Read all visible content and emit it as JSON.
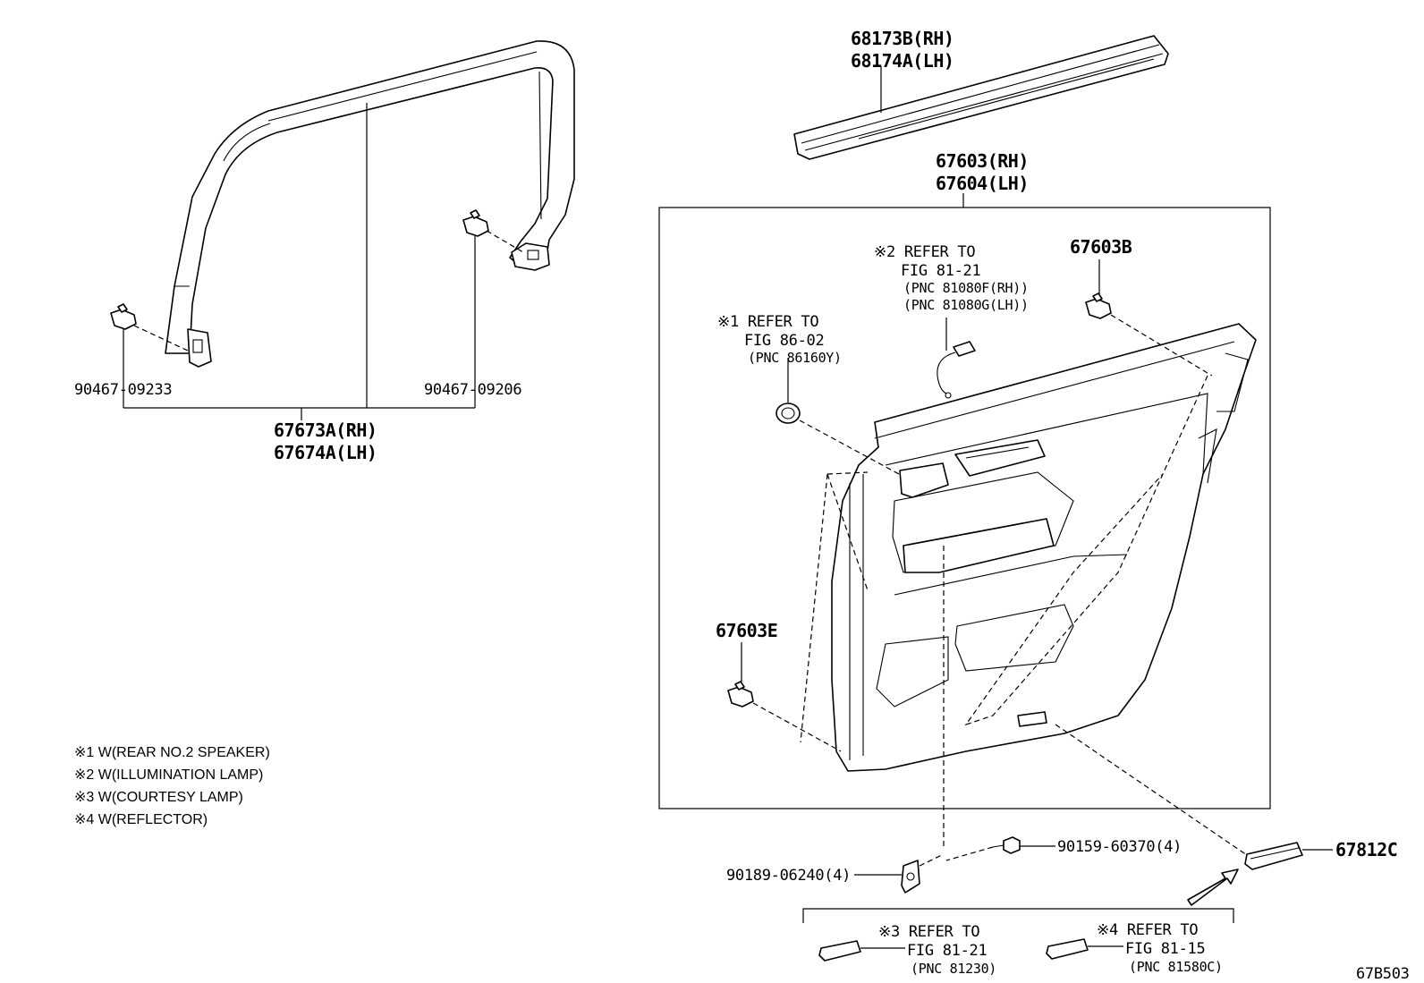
{
  "parts": {
    "belt_molding_rh": "68173B(RH)",
    "belt_molding_lh": "68174A(LH)",
    "door_trim_rh": "67603(RH)",
    "door_trim_lh": "67604(LH)",
    "frame_molding_rh": "67673A(RH)",
    "frame_molding_lh": "67674A(LH)",
    "clip_left": "90467-09233",
    "clip_right": "90467-09206",
    "clip_b": "67603B",
    "clip_e": "67603E",
    "reflector": "67812C",
    "screw_upper": "90159-60370(4)",
    "nut_lower": "90189-06240(4)"
  },
  "refs": {
    "ref1_line1": "※1 REFER TO",
    "ref1_line2": "FIG 86-02",
    "ref1_line3": "(PNC 86160Y)",
    "ref2_line1": "※2 REFER TO",
    "ref2_line2": "FIG 81-21",
    "ref2_line3": "(PNC 81080F(RH))",
    "ref2_line4": "(PNC 81080G(LH))",
    "ref3_line1": "※3 REFER TO",
    "ref3_line2": "FIG 81-21",
    "ref3_line3": "(PNC 81230)",
    "ref4_line1": "※4 REFER TO",
    "ref4_line2": "FIG 81-15",
    "ref4_line3": "(PNC 81580C)"
  },
  "legend": {
    "note1": "※1 W(REAR NO.2 SPEAKER)",
    "note2": "※2 W(ILLUMINATION LAMP)",
    "note3": "※3 W(COURTESY LAMP)",
    "note4": "※4 W(REFLECTOR)"
  },
  "figure_code": "67B503"
}
